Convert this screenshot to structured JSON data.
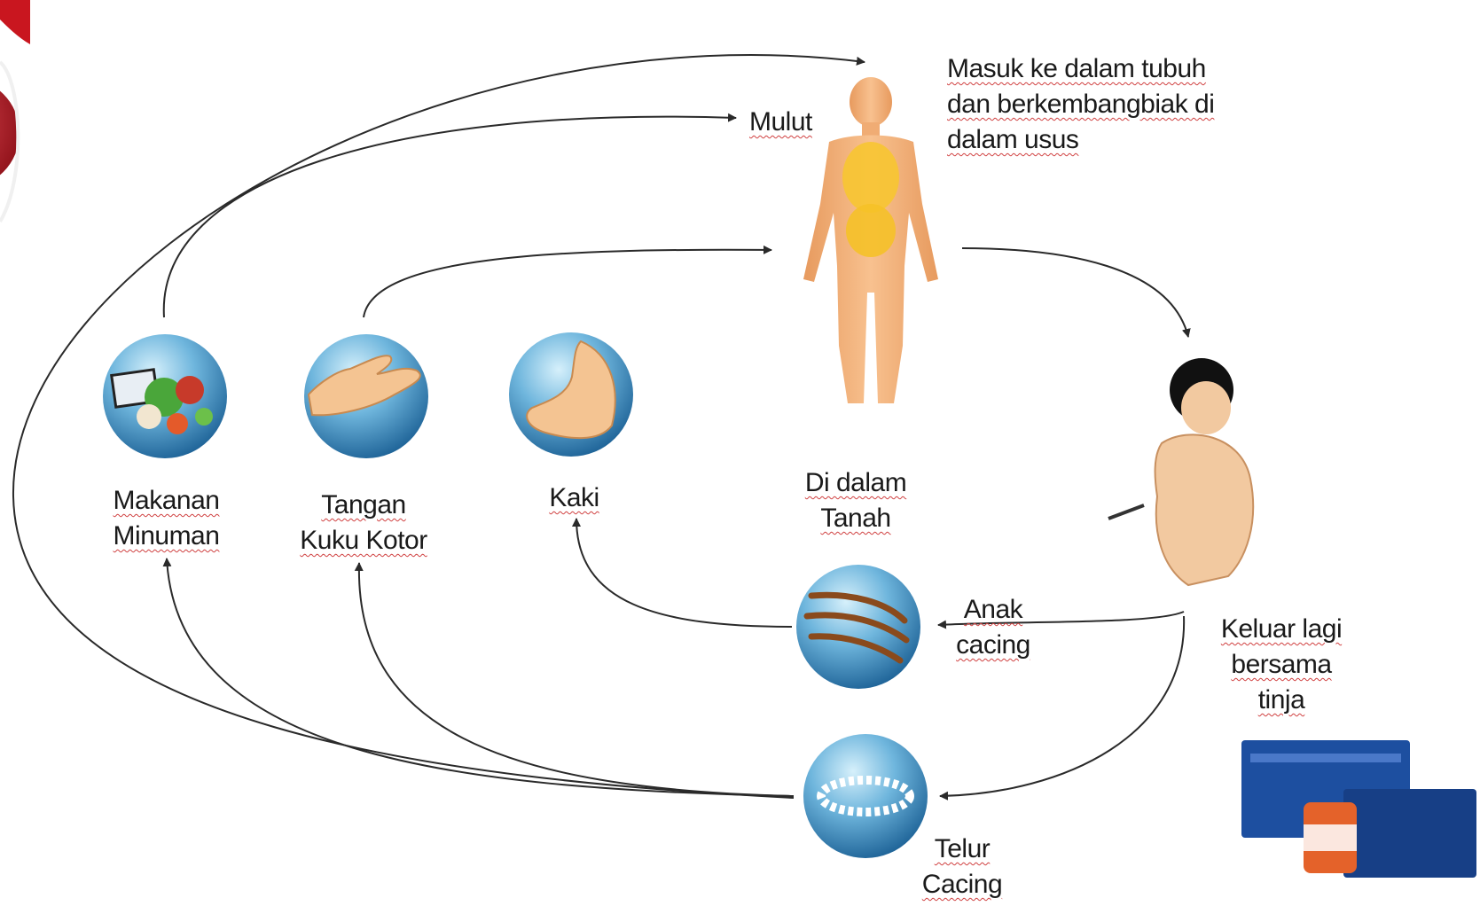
{
  "labels": {
    "mulut": "Mulut",
    "masuk": [
      "Masuk ke dalam tubuh",
      "dan berkembangbiak di",
      "dalam usus"
    ],
    "makanan": [
      "Makanan",
      "Minuman"
    ],
    "tangan": [
      "Tangan",
      "Kuku Kotor"
    ],
    "kaki": "Kaki",
    "tanah": [
      "Di dalam",
      "Tanah"
    ],
    "anak": [
      "Anak",
      "cacing"
    ],
    "keluar": [
      "Keluar lagi",
      "bersama",
      "tinja"
    ],
    "telur": [
      "Telur",
      "Cacing"
    ]
  },
  "icons": {
    "food": "food-plate-icon",
    "hand": "hand-icon",
    "foot": "foot-icon",
    "larva": "worm-larvae-icon",
    "eggs": "worm-eggs-icon",
    "body": "human-body-icon",
    "child": "squatting-child-icon",
    "medicine": "medicine-box-icon"
  },
  "colors": {
    "arrow": "#2a2a2a",
    "circle_light": "#bfe2f5",
    "circle_dark": "#1f6fa8",
    "skin": "#f4b27a",
    "organs": "#f7c531",
    "worm": "#8a4a1c",
    "medicine_blue": "#1d4fa0",
    "medicine_orange": "#e4622a"
  }
}
